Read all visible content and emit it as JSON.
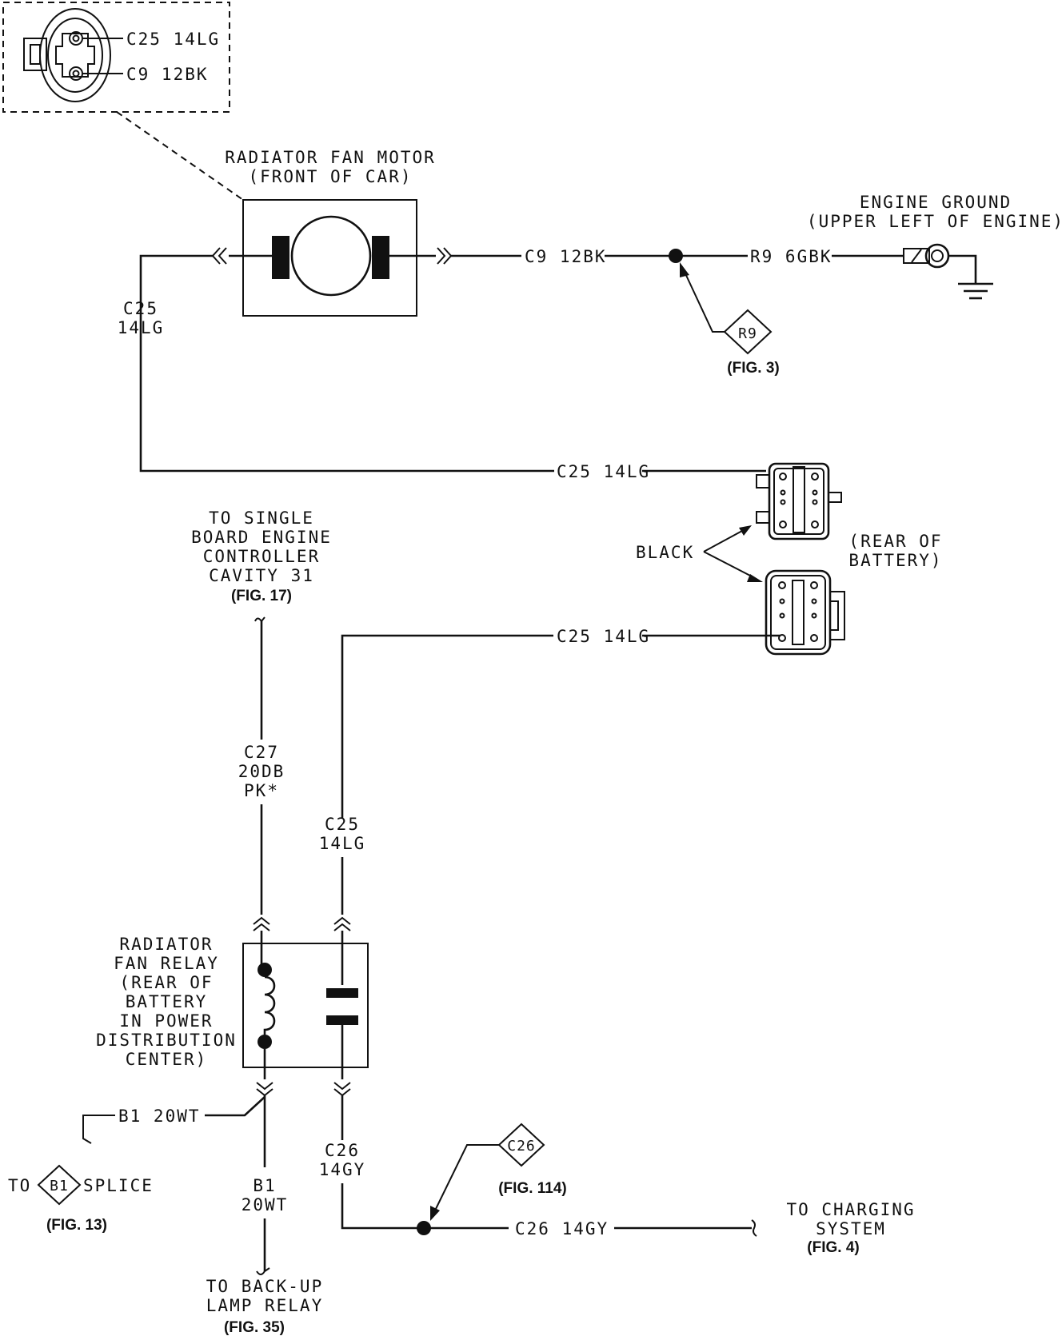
{
  "inset": {
    "pin1": "C25 14LG",
    "pin2": "C9 12BK"
  },
  "fan_motor": {
    "line1": "RADIATOR FAN MOTOR",
    "line2": "(FRONT OF CAR)"
  },
  "wires": {
    "c9_motor_out": "C9 12BK",
    "r9_ground": "R9 6GBK",
    "c25_left_1": "C25",
    "c25_left_2": "14LG",
    "c25_to_upper_conn": "C25 14LG",
    "c25_to_lower_conn": "C25 14LG",
    "c27_1": "C27",
    "c27_2": "20DB",
    "c27_3": "PK*",
    "c25_vert_1": "C25",
    "c25_vert_2": "14LG",
    "b1_horizontal": "B1 20WT",
    "b1_vert_1": "B1",
    "b1_vert_2": "20WT",
    "c26_vert_1": "C26",
    "c26_vert_2": "14GY",
    "c26_horizontal": "C26 14GY"
  },
  "engine_ground": {
    "line1": "ENGINE GROUND",
    "line2": "(UPPER LEFT OF ENGINE)"
  },
  "splices": {
    "r9": "R9",
    "r9_fig": "(FIG. 3)",
    "c26": "C26",
    "c26_fig": "(FIG. 114)",
    "b1": "B1",
    "b1_to": "TO",
    "b1_splice": "SPLICE",
    "b1_fig": "(FIG. 13)"
  },
  "controller": {
    "line1": "TO SINGLE",
    "line2": "BOARD ENGINE",
    "line3": "CONTROLLER",
    "line4": "CAVITY 31",
    "fig": "(FIG. 17)"
  },
  "connector": {
    "color": "BLACK",
    "loc1": "(REAR OF",
    "loc2": "BATTERY)"
  },
  "relay": {
    "line1": "RADIATOR",
    "line2": "FAN RELAY",
    "line3": "(REAR OF",
    "line4": "BATTERY",
    "line5": "IN POWER",
    "line6": "DISTRIBUTION",
    "line7": "CENTER)"
  },
  "backup": {
    "line1": "TO BACK-UP",
    "line2": "LAMP RELAY",
    "fig": "(FIG. 35)"
  },
  "charging": {
    "line1": "TO CHARGING",
    "line2": "SYSTEM",
    "fig": "(FIG. 4)"
  }
}
